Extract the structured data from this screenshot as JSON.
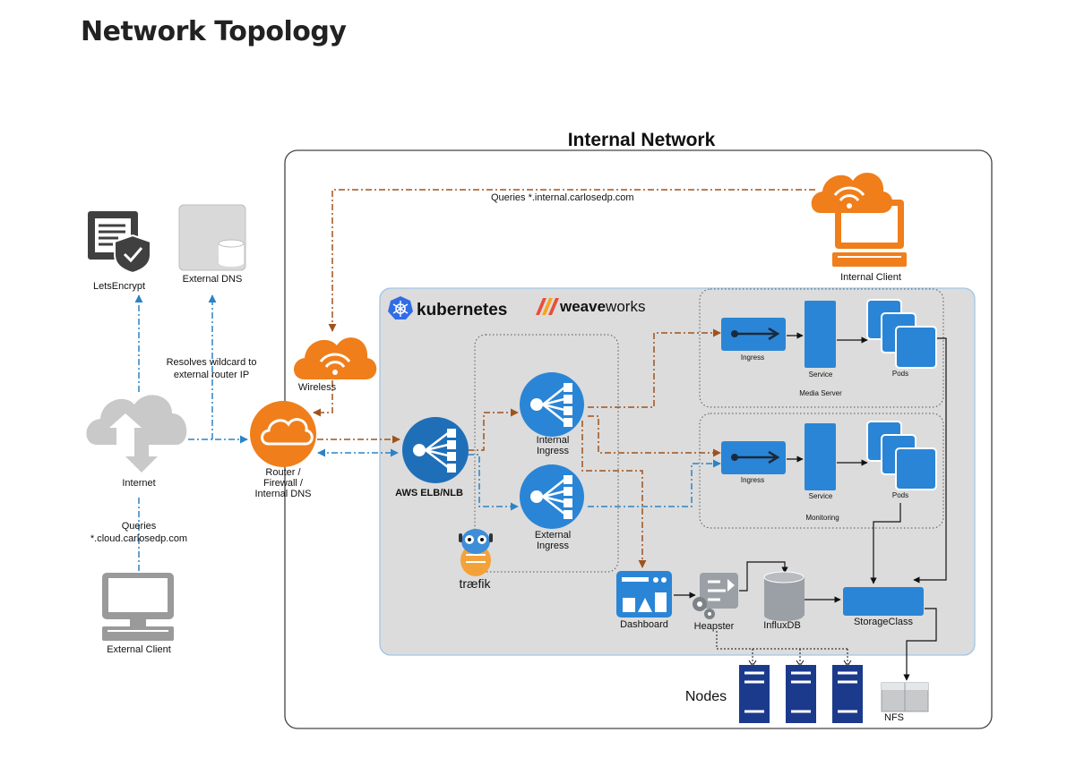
{
  "page": {
    "title": "Network Topology"
  },
  "diagram": {
    "internal_network_label": "Internal Network",
    "internal_queries_label": "Queries *.internal.carlosedp.com",
    "kubernetes_label": "kubernetes",
    "weave_label_a": "weave",
    "weave_label_b": "works",
    "nodes": {
      "letsencrypt": "LetsEncrypt",
      "external_dns": "External DNS",
      "resolves_line1": "Resolves wildcard to",
      "resolves_line2": "external router IP",
      "internet": "Internet",
      "queries_line1": "Queries",
      "queries_line2": "*.cloud.carlosedp.com",
      "external_client": "External Client",
      "wireless": "Wireless",
      "router_line1": "Router /",
      "router_line2": "Firewall /",
      "router_line3": "Internal DNS",
      "internal_client": "Internal Client",
      "elb": "AWS ELB/NLB",
      "internal_ingress_line1": "Internal",
      "internal_ingress_line2": "Ingress",
      "external_ingress_line1": "External",
      "external_ingress_line2": "Ingress",
      "traefik": "træfik",
      "media_ingress": "Ingress",
      "media_service": "Service",
      "media_pods": "Pods",
      "media_server": "Media Server",
      "mon_ingress": "Ingress",
      "mon_service": "Service",
      "mon_pods": "Pods",
      "monitoring": "Monitoring",
      "dashboard": "Dashboard",
      "heapster": "Heapster",
      "influxdb": "InfluxDB",
      "storageclass": "StorageClass",
      "nodes": "Nodes",
      "nfs": "NFS"
    },
    "colors": {
      "blue": "#1f6fb8",
      "k8s_blue": "#2a85d6",
      "orange": "#f07e1b",
      "brown_line": "#a0521d",
      "blue_line": "#2b83c5",
      "grey": "#9aa0a6",
      "navy": "#1c3a8c"
    }
  }
}
